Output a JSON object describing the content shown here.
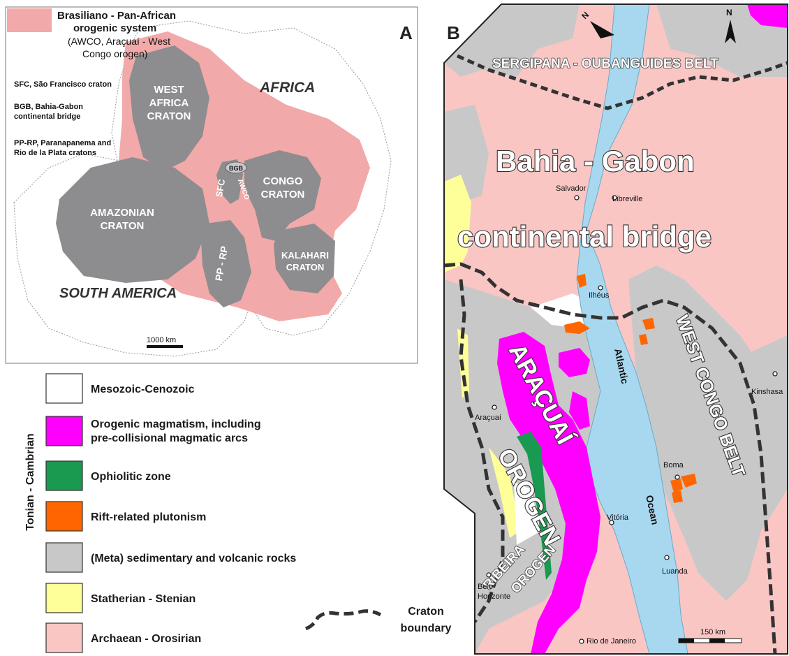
{
  "panelA": {
    "letter": "A",
    "legend_title_1": "Brasiliano - Pan-African",
    "legend_title_2": "orogenic system",
    "legend_sub_1": "(AWCO, Araçuaí - West",
    "legend_sub_2": "Congo orogen)",
    "abbr_sfc": "SFC, São Francisco craton",
    "abbr_bgb_1": "BGB, Bahia-Gabon",
    "abbr_bgb_2": "continental bridge",
    "abbr_pp_1": "PP-RP, Paranapanema and",
    "abbr_pp_2": "Rio de la Plata cratons",
    "africa": "AFRICA",
    "south_america": "SOUTH AMERICA",
    "west_africa_1": "WEST",
    "west_africa_2": "AFRICA",
    "west_africa_3": "CRATON",
    "amazonian_1": "AMAZONIAN",
    "amazonian_2": "CRATON",
    "congo_1": "CONGO",
    "congo_2": "CRATON",
    "kalahari_1": "KALAHARI",
    "kalahari_2": "CRATON",
    "sfc": "SFC",
    "bgb": "BGB",
    "awco": "AWCO",
    "pprp": "PP - RP",
    "scale": "1000 km",
    "colors": {
      "orogen": "#f2a9a9",
      "craton": "#8d8d90"
    }
  },
  "legend": {
    "group_label": "Tonian  -  Cambrian",
    "items": [
      {
        "line1": "Mesozoic-Cenozoic",
        "line2": "",
        "color": "#ffffff"
      },
      {
        "line1": "Orogenic magmatism, including",
        "line2": "pre-collisional magmatic arcs",
        "color": "#ff00ff"
      },
      {
        "line1": "Ophiolitic zone",
        "line2": "",
        "color": "#1a9950"
      },
      {
        "line1": "Rift-related plutonism",
        "line2": "",
        "color": "#ff6600"
      },
      {
        "line1": "(Meta) sedimentary and volcanic rocks",
        "line2": "",
        "color": "#c8c8c8"
      },
      {
        "line1": "Statherian - Stenian",
        "line2": "",
        "color": "#ffff99"
      },
      {
        "line1": "Archaean - Orosirian",
        "line2": "",
        "color": "#f9c6c4"
      }
    ],
    "craton_boundary_1": "Craton",
    "craton_boundary_2": "boundary"
  },
  "panelB": {
    "letter": "B",
    "sergipana": "SERGIPANA  -  OUBANGUIDES BELT",
    "bahia_gabon": "Bahia - Gabon",
    "continental_bridge": "continental bridge",
    "aracuai_1": "ARAÇUAÍ",
    "aracuai_2": "OROGEN",
    "west_congo": "WEST CONGO BELT",
    "ribeira_1": "RIBEIRA",
    "ribeira_2": "OROGEN",
    "atlantic": "Atlantic",
    "ocean": "Ocean",
    "north": "N",
    "north2": "N",
    "scale": "150 km",
    "cities": {
      "salvador": "Salvador",
      "libreville": "Libreville",
      "ilheus": "Ilhéus",
      "aracuai": "Araçuaí",
      "kinshasa": "Kinshasa",
      "boma": "Boma",
      "vitoria": "Vitória",
      "belo_1": "Belo",
      "belo_2": "Horizonte",
      "luanda": "Luanda",
      "rio": "Rio de Janeiro"
    },
    "colors": {
      "ocean": "#a8d8f0",
      "archaean": "#f9c6c4",
      "meta": "#c8c8c8",
      "magmatism": "#ff00ff",
      "ophiolite": "#1a9950",
      "rift": "#ff6600",
      "statherian": "#ffff99"
    }
  }
}
